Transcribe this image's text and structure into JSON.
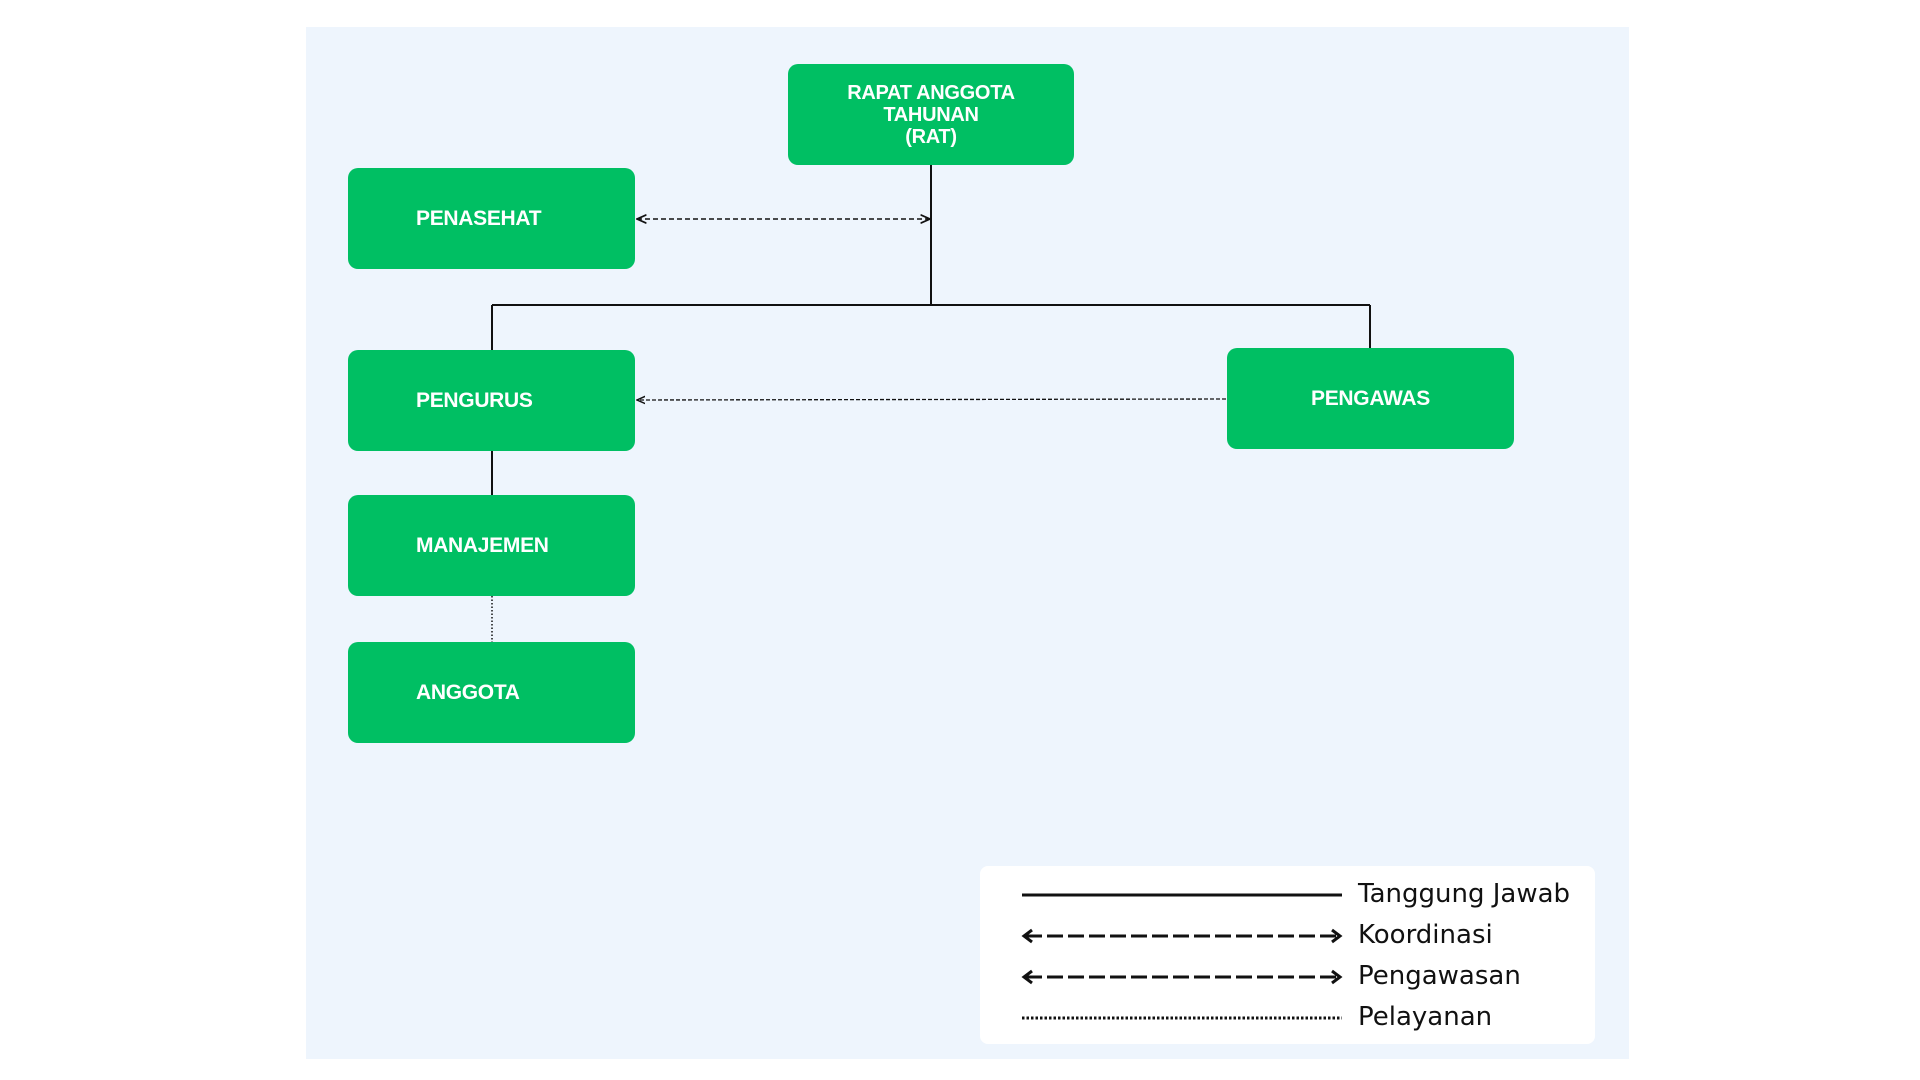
{
  "nodes": {
    "rat": "RAPAT ANGGOTA\nTAHUNAN\n(RAT)",
    "penasehat": "PENASEHAT",
    "pengurus": "PENGURUS",
    "pengawas": "PENGAWAS",
    "manajemen": "MANAJEMEN",
    "anggota": "ANGGOTA"
  },
  "relations": [
    {
      "from": "rat",
      "to": "pengurus",
      "type": "Tanggung Jawab"
    },
    {
      "from": "rat",
      "to": "pengawas",
      "type": "Tanggung Jawab"
    },
    {
      "from": "pengurus",
      "to": "manajemen",
      "type": "Tanggung Jawab"
    },
    {
      "from": "penasehat",
      "to": "rat",
      "type": "Koordinasi"
    },
    {
      "from": "pengawas",
      "to": "pengurus",
      "type": "Pengawasan"
    },
    {
      "from": "manajemen",
      "to": "anggota",
      "type": "Pelayanan"
    }
  ],
  "legend": {
    "tanggung_jawab": "Tanggung Jawab",
    "koordinasi": "Koordinasi",
    "pengawasan": "Pengawasan",
    "pelayanan": "Pelayanan"
  },
  "colors": {
    "node_fill": "#00bf63",
    "node_text": "#ffffff",
    "background": "#eef5fd",
    "line": "#111111"
  }
}
